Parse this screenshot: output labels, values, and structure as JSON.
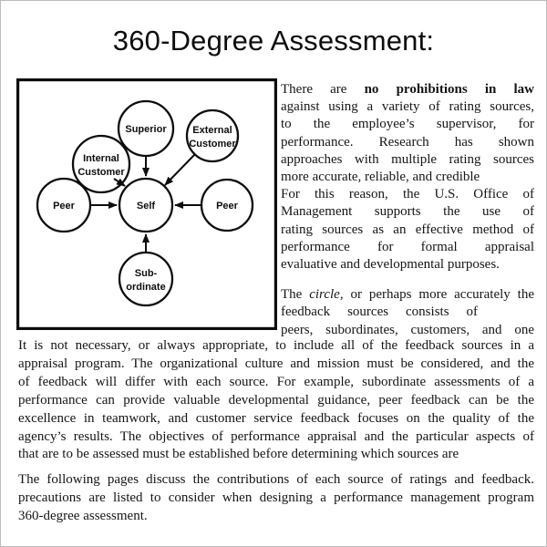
{
  "page_title": "360-Degree Assessment:",
  "diagram": {
    "description": "circle of feedback sources all pointing to Self",
    "nodes": {
      "superior": {
        "label": "Superior"
      },
      "external_customer": {
        "line1": "External",
        "line2": "Customer"
      },
      "internal_customer": {
        "line1": "Internal",
        "line2": "Customer"
      },
      "peer_left": {
        "label": "Peer"
      },
      "self": {
        "label": "Self"
      },
      "peer_right": {
        "label": "Peer"
      },
      "subordinate": {
        "line1": "Sub-",
        "line2": "ordinate"
      }
    },
    "edges": [
      {
        "from": "Superior",
        "to": "Self"
      },
      {
        "from": "External Customer",
        "to": "Self"
      },
      {
        "from": "Internal Customer",
        "to": "Self"
      },
      {
        "from": "Peer (left)",
        "to": "Self"
      },
      {
        "from": "Peer (right)",
        "to": "Self"
      },
      {
        "from": "Subordinate",
        "to": "Self"
      }
    ],
    "ink_color": "#000000"
  },
  "right_column": {
    "para1": {
      "line1_regular": "There are ",
      "line1_bold": "no prohibitions in law",
      "lines": [
        "against using a variety of rating  sources,",
        "to  the  employee’s  supervisor,  for",
        "performance.   Research  has  shown",
        "approaches with multiple rating sources",
        "more accurate, reliable, and credible",
        "For this  reason,  the  U.S.  Office  of",
        "Management  supports  the  use of",
        "rating sources as an effective method of",
        "performance  for  formal  appraisal",
        "evaluative and developmental purposes."
      ]
    },
    "para2": {
      "line1_pre": "The ",
      "line1_italic": "circle",
      "line1_post": ", or perhaps more accurately the",
      "lines": [
        "feedback  sources  consists  of",
        "peers, subordinates,  customers,  and one"
      ]
    }
  },
  "body": {
    "para3_lines": [
      "It is not necessary, or always appropriate, to include all of the feedback sources in a",
      "appraisal program.  The organizational culture and mission must be considered,  and the",
      "of feedback will differ with each source.  For example, subordinate assessments of a",
      "performance can provide valuable developmental guidance, peer feedback can be the",
      "excellence in teamwork, and customer service feedback focuses on the quality of the",
      "agency’s results.  The objectives of performance appraisal and the particular aspects of",
      "that are to be assessed must be established before determining which sources are"
    ],
    "para4_lines": [
      "The following pages discuss the contributions of each source of ratings and feedback.",
      "precautions are listed to consider when designing a performance management program",
      "360-degree assessment."
    ]
  }
}
